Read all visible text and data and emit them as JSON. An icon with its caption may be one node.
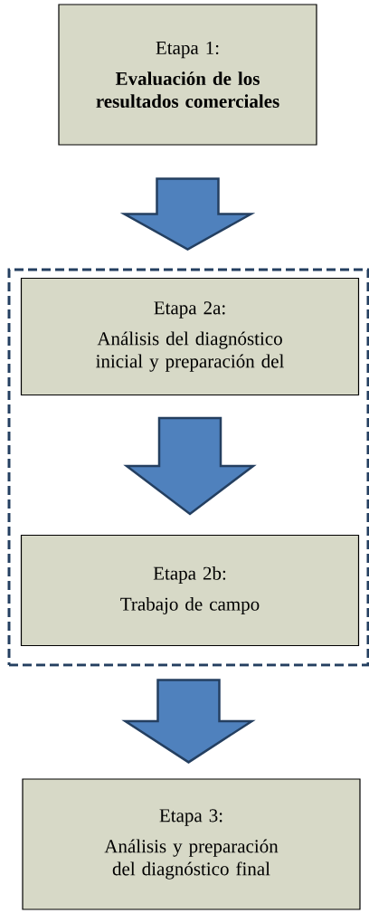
{
  "diagram": {
    "nodes": [
      {
        "text": [
          "Etapa 1:",
          "Evaluación de los resultados comerciales"
        ]
      },
      {
        "text": [],
        "shape": "box"
      },
      {
        "text": [
          "Etapa 2a:",
          "Análisis del diagnóstico inicial y preparación del"
        ],
        "in": 1
      },
      {
        "text": [
          "Etapa 2b:",
          "Trabajo de campo"
        ],
        "in": 1
      },
      {
        "text": [
          "Etapa 3:",
          "Análisis y preparación del diagnóstico final"
        ]
      }
    ],
    "edges": [
      {
        "from": 0,
        "to": 1,
        "arrow": "to"
      },
      {
        "from": 2,
        "to": 3,
        "arrow": "to"
      },
      {
        "from": 1,
        "to": 4,
        "arrow": "to"
      }
    ]
  }
}
